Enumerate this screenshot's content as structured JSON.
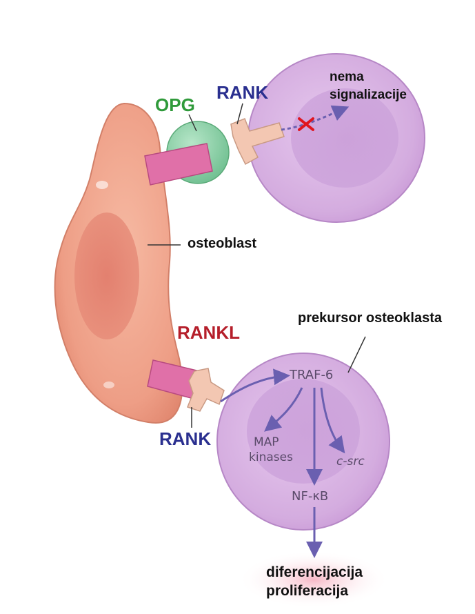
{
  "labels": {
    "opg": "OPG",
    "rank_top": "RANK",
    "nema_line1": "nema",
    "nema_line2": "signalizacije",
    "osteoblast": "osteoblast",
    "prekursor": "prekursor osteoklasta",
    "rankl": "RANKL",
    "rank_bottom": "RANK",
    "traf6": "TRAF-6",
    "map_line1": "MAP",
    "map_line2": "kinases",
    "csrc": "c-src",
    "nfkb": "NF-κB",
    "dif_line1": "diferencijacija",
    "dif_line2": "proliferacija"
  },
  "colors": {
    "opg_text": "#2f9a3a",
    "rank_text": "#2a2f8f",
    "rankl_text": "#b51e2a",
    "body_text": "#111111",
    "osteoblast_fill": "#f0a088",
    "precursor_fill": "#d9b4e0",
    "opg_fill": "#8fd0a8",
    "rankl_fill": "#e070a8",
    "rank_fill": "#f3c7b2",
    "arrow": "#6a5fb0",
    "block_x": "#e0141e"
  }
}
